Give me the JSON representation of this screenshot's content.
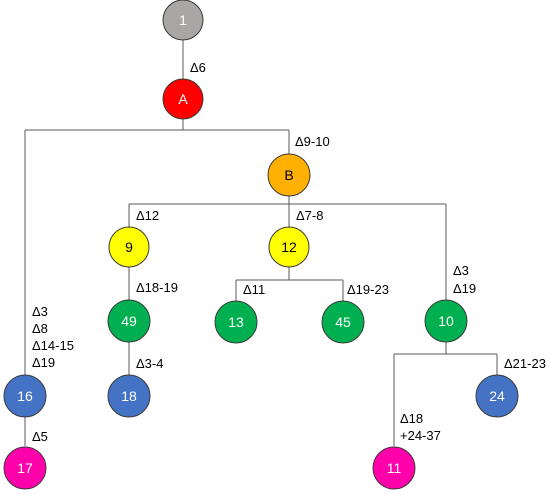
{
  "nodes": {
    "n1": {
      "label": "1",
      "color": "#aaa6a6",
      "text_color": "#ffffff"
    },
    "nA": {
      "label": "A",
      "color": "#ff0000",
      "text_color": "#ffffff"
    },
    "nB": {
      "label": "B",
      "color": "#ffb000",
      "text_color": "#000000"
    },
    "n9": {
      "label": "9",
      "color": "#ffff00",
      "text_color": "#000000"
    },
    "n12": {
      "label": "12",
      "color": "#ffff00",
      "text_color": "#000000"
    },
    "n49": {
      "label": "49",
      "color": "#00b050",
      "text_color": "#ffffff"
    },
    "n13": {
      "label": "13",
      "color": "#00b050",
      "text_color": "#ffffff"
    },
    "n45": {
      "label": "45",
      "color": "#00b050",
      "text_color": "#ffffff"
    },
    "n10": {
      "label": "10",
      "color": "#00b050",
      "text_color": "#ffffff"
    },
    "n16": {
      "label": "16",
      "color": "#4472c4",
      "text_color": "#ffffff"
    },
    "n18": {
      "label": "18",
      "color": "#4472c4",
      "text_color": "#ffffff"
    },
    "n24": {
      "label": "24",
      "color": "#4472c4",
      "text_color": "#ffffff"
    },
    "n17": {
      "label": "17",
      "color": "#ff00aa",
      "text_color": "#ffffff"
    },
    "n11": {
      "label": "11",
      "color": "#ff00aa",
      "text_color": "#ffffff"
    }
  },
  "mutations": {
    "m1_A": [
      "Δ6"
    ],
    "mA_B": [
      "Δ9-10"
    ],
    "mA_16": [
      "Δ3",
      "Δ8",
      "Δ14-15",
      "Δ19"
    ],
    "mB_9": [
      "Δ12"
    ],
    "mB_12": [
      "Δ7-8"
    ],
    "mB_10": [
      "Δ3",
      "Δ19"
    ],
    "m9_49": [
      "Δ18-19"
    ],
    "m12_13": [
      "Δ11"
    ],
    "m12_45": [
      "Δ19-23"
    ],
    "m49_18": [
      "Δ3-4"
    ],
    "m10_24": [
      "Δ21-23"
    ],
    "m10_11": [
      "Δ18",
      "+24-37"
    ],
    "m16_17": [
      "Δ5"
    ]
  }
}
